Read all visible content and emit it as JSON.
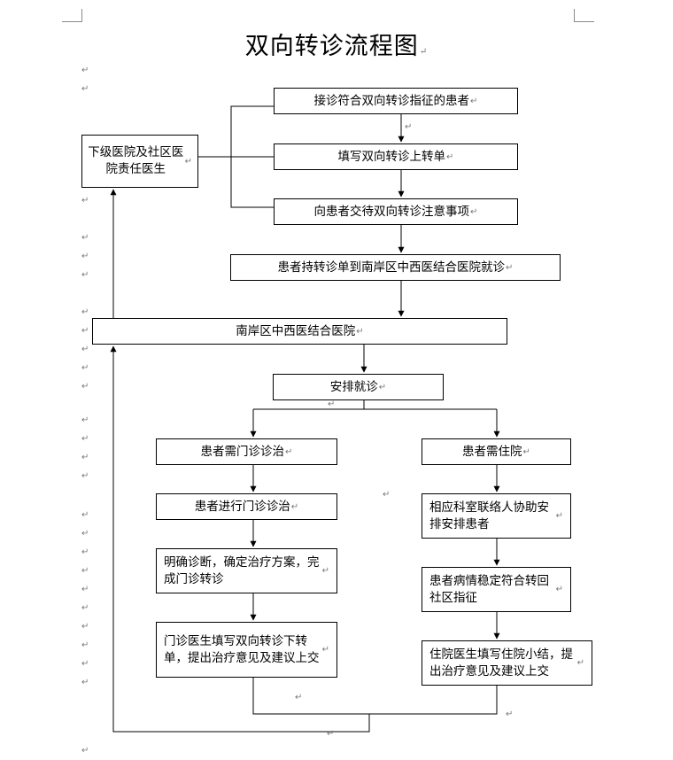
{
  "title": "双向转诊流程图",
  "paragraph_mark": "↵",
  "boxes": {
    "community_doctor": "下级医院及社区医院责任医生",
    "accept_patient": "接诊符合双向转诊指征的患者",
    "fill_form": "填写双向转诊上转单",
    "explain_notes": "向患者交待双向转诊注意事项",
    "patient_visit": "患者持转诊单到南岸区中西医结合医院就诊",
    "hospital": "南岸区中西医结合医院",
    "arrange": "安排就诊",
    "need_outpatient": "患者需门诊诊治",
    "need_inpatient": "患者需住院",
    "outpatient_treatment": "患者进行门诊诊治",
    "diagnosis_done": "明确诊断，确定治疗方案，完成门诊转诊",
    "outpatient_down_form": "门诊医生填写双向转诊下转单，提出治疗意见及建议上交",
    "liaison_assist": "相应科室联络人协助安排安排患者",
    "stable_condition": "患者病情稳定符合转回社区指征",
    "inpatient_summary": "住院医生填写住院小结，提出治疗意见及建议上交"
  }
}
